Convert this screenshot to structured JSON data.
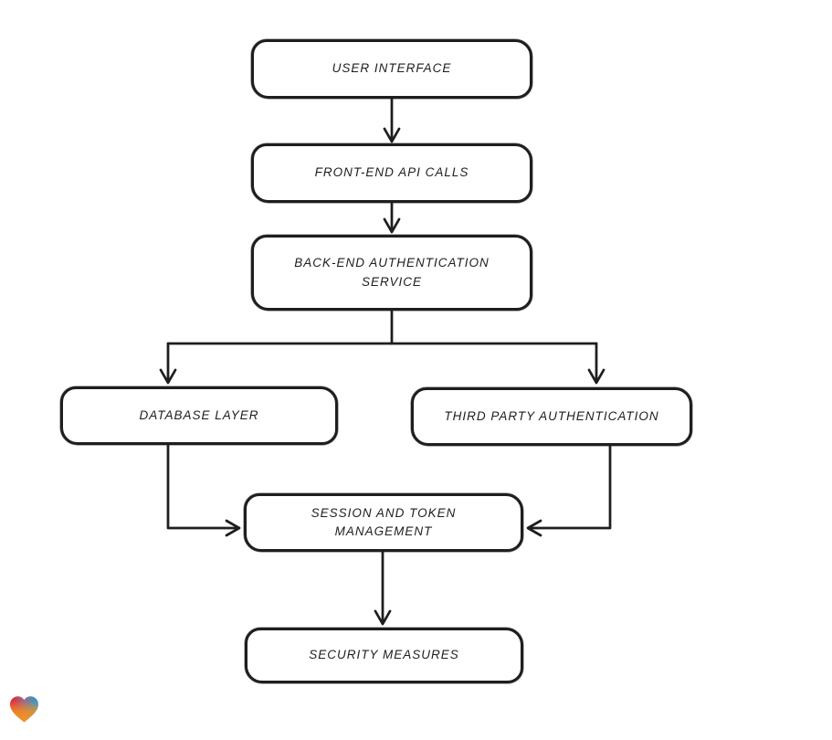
{
  "diagram": {
    "title": "authentication-flowchart",
    "background": "#ffffff",
    "stroke_color": "#1e1e1e",
    "node_fill": "#ffffff",
    "nodes": [
      {
        "id": "user-interface",
        "label": "USER INTERFACE"
      },
      {
        "id": "front-end-api-calls",
        "label": "FRONT-END API CALLS"
      },
      {
        "id": "back-end-authentication-service",
        "label": "BACK-END AUTHENTICATION SERVICE"
      },
      {
        "id": "database-layer",
        "label": "DATABASE LAYER"
      },
      {
        "id": "third-party-authentication",
        "label": "THIRD PARTY AUTHENTICATION"
      },
      {
        "id": "session-and-token-management",
        "label": "SESSION AND TOKEN MANAGEMENT"
      },
      {
        "id": "security-measures",
        "label": "SECURITY MEASURES"
      }
    ],
    "edges": [
      {
        "from": "user-interface",
        "to": "front-end-api-calls"
      },
      {
        "from": "front-end-api-calls",
        "to": "back-end-authentication-service"
      },
      {
        "from": "back-end-authentication-service",
        "to": "database-layer"
      },
      {
        "from": "back-end-authentication-service",
        "to": "third-party-authentication"
      },
      {
        "from": "database-layer",
        "to": "session-and-token-management"
      },
      {
        "from": "third-party-authentication",
        "to": "session-and-token-management"
      },
      {
        "from": "session-and-token-management",
        "to": "security-measures"
      }
    ]
  },
  "branding": {
    "icon": "gradient-heart-logo",
    "gradient_colors": [
      "#ea2330",
      "#18a3da",
      "#f7941d"
    ]
  }
}
